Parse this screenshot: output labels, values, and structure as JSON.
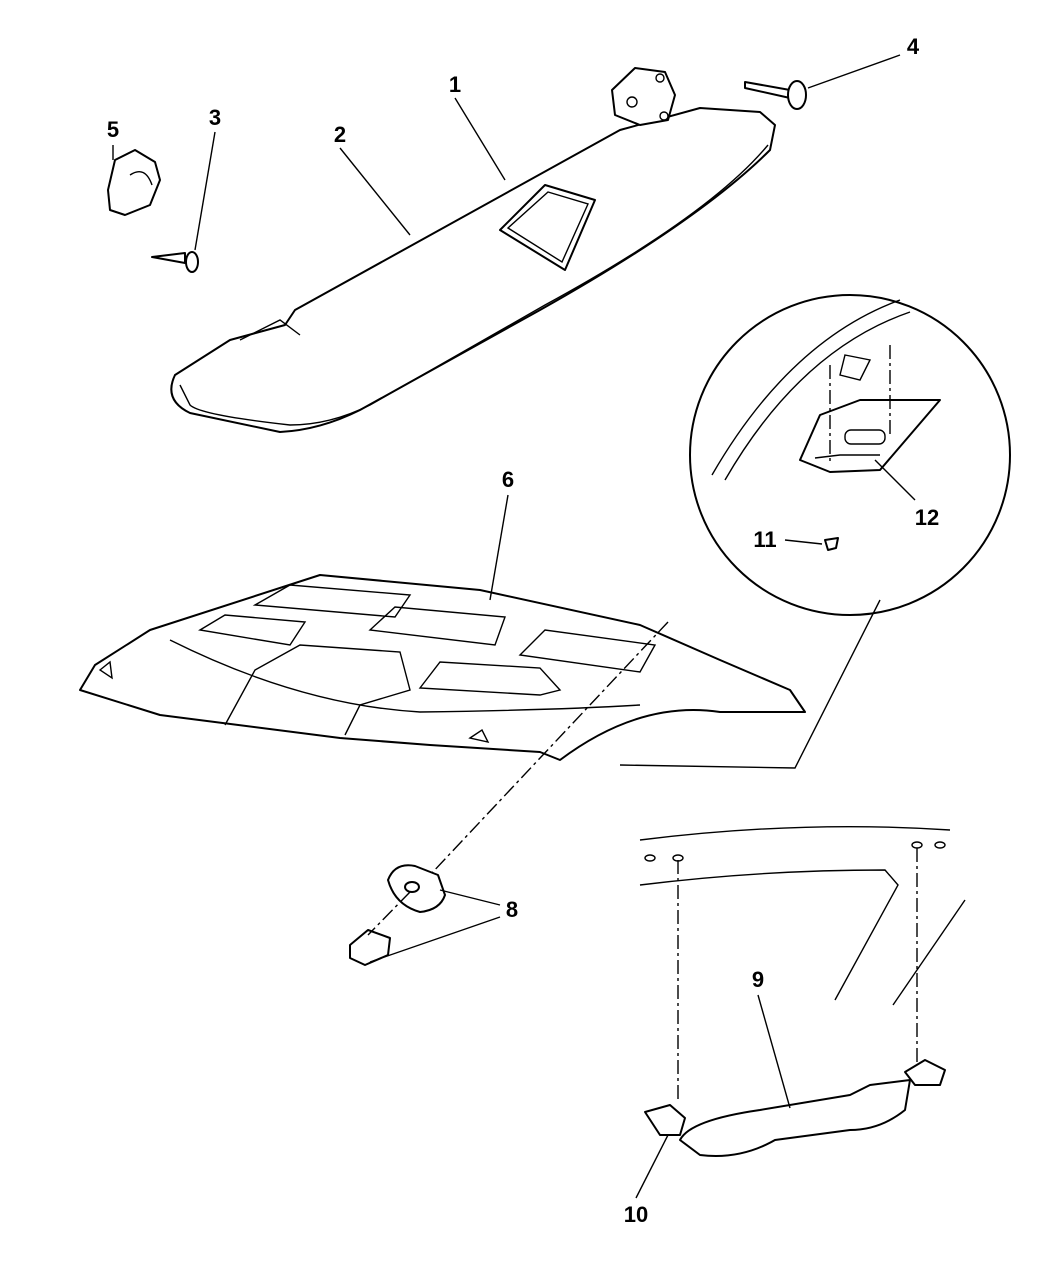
{
  "diagram": {
    "callouts": [
      "1",
      "2",
      "3",
      "4",
      "5",
      "6",
      "8",
      "9",
      "10",
      "11",
      "12"
    ],
    "line_color": "#000000",
    "background": "#ffffff"
  }
}
